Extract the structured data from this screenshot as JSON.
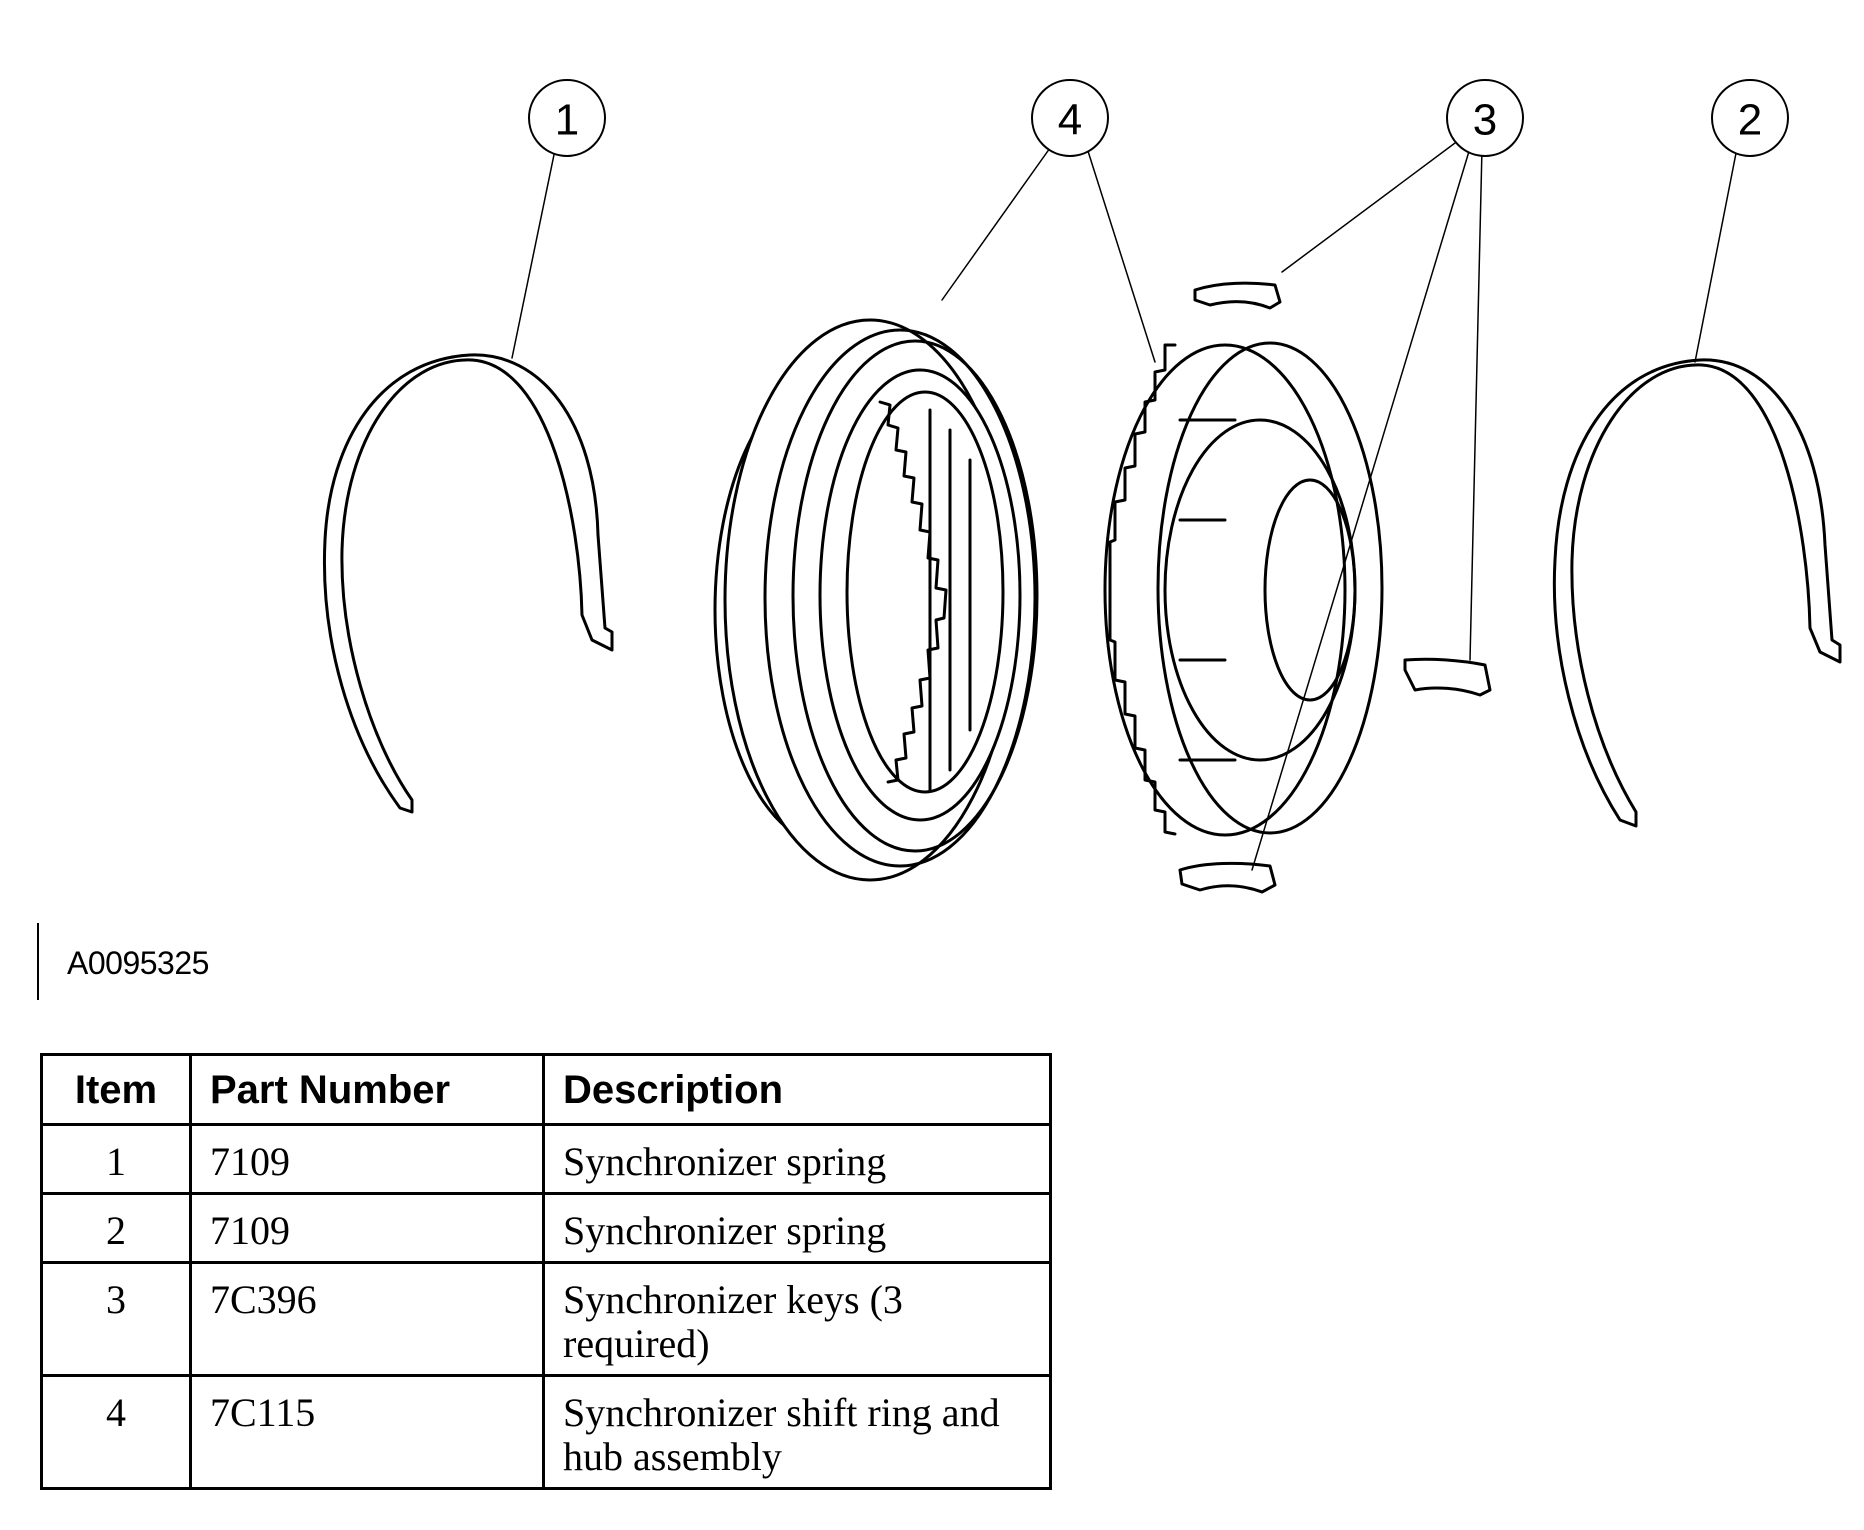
{
  "callouts": [
    "1",
    "4",
    "3",
    "2"
  ],
  "figure_code": "A0095325",
  "table": {
    "headers": {
      "item": "Item",
      "part": "Part Number",
      "desc": "Description"
    },
    "rows": [
      {
        "item": "1",
        "part": "7109",
        "desc": "Synchronizer spring"
      },
      {
        "item": "2",
        "part": "7109",
        "desc": "Synchronizer spring"
      },
      {
        "item": "3",
        "part": "7C396",
        "desc": "Synchronizer keys (3 required)"
      },
      {
        "item": "4",
        "part": "7C115",
        "desc": "Synchronizer shift ring and hub assembly"
      }
    ]
  }
}
